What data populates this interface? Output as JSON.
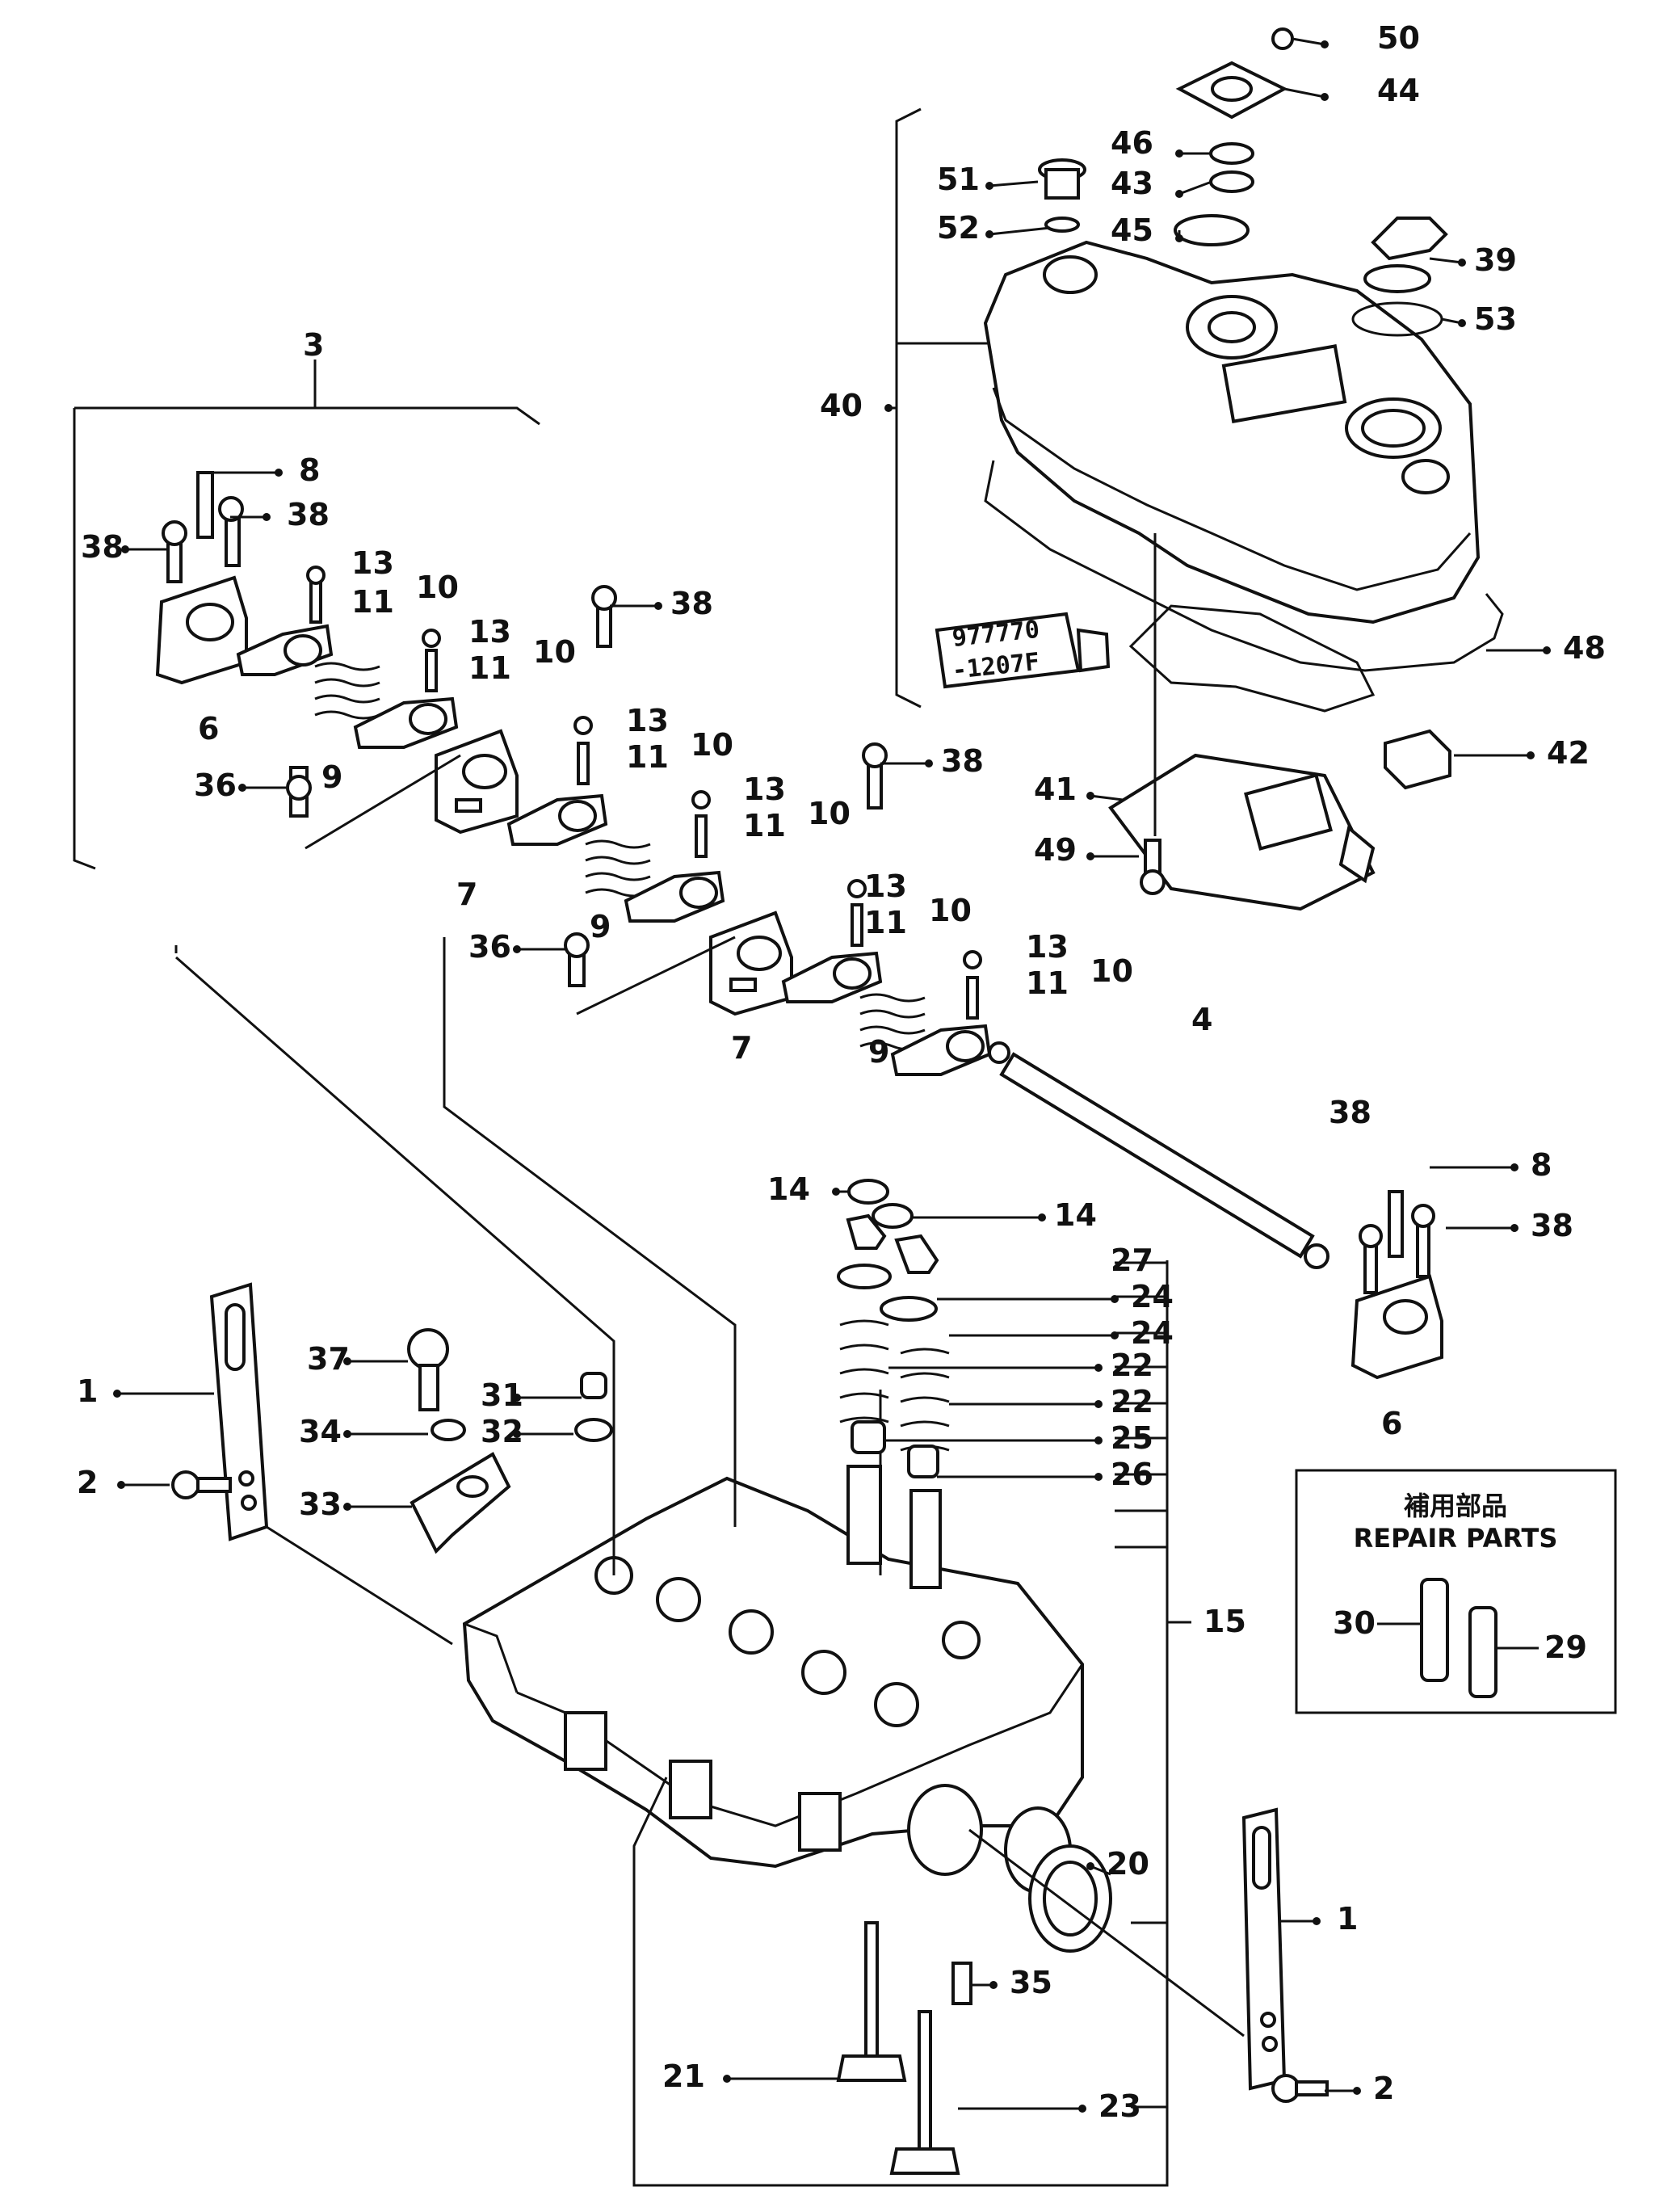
{
  "repair_box": {
    "title_jp": "補用部品",
    "title_en": "REPAIR PARTS",
    "items": [
      "30",
      "29"
    ]
  },
  "sealant_tube": {
    "line1": "977770",
    "line2": "-1207F"
  },
  "callouts": [
    "50",
    "44",
    "46",
    "43",
    "45",
    "51",
    "52",
    "39",
    "53",
    "40",
    "48",
    "42",
    "41",
    "49",
    "3",
    "8",
    "38",
    "38",
    "13",
    "11",
    "10",
    "13",
    "11",
    "10",
    "6",
    "9",
    "38",
    "36",
    "13",
    "11",
    "10",
    "13",
    "11",
    "10",
    "7",
    "9",
    "38",
    "36",
    "13",
    "11",
    "10",
    "13",
    "11",
    "10",
    "7",
    "9",
    "4",
    "38",
    "8",
    "38",
    "6",
    "14",
    "14",
    "27",
    "24",
    "24",
    "22",
    "22",
    "25",
    "26",
    "15",
    "37",
    "31",
    "32",
    "34",
    "33",
    "1",
    "2",
    "20",
    "35",
    "21",
    "23",
    "1",
    "2"
  ]
}
